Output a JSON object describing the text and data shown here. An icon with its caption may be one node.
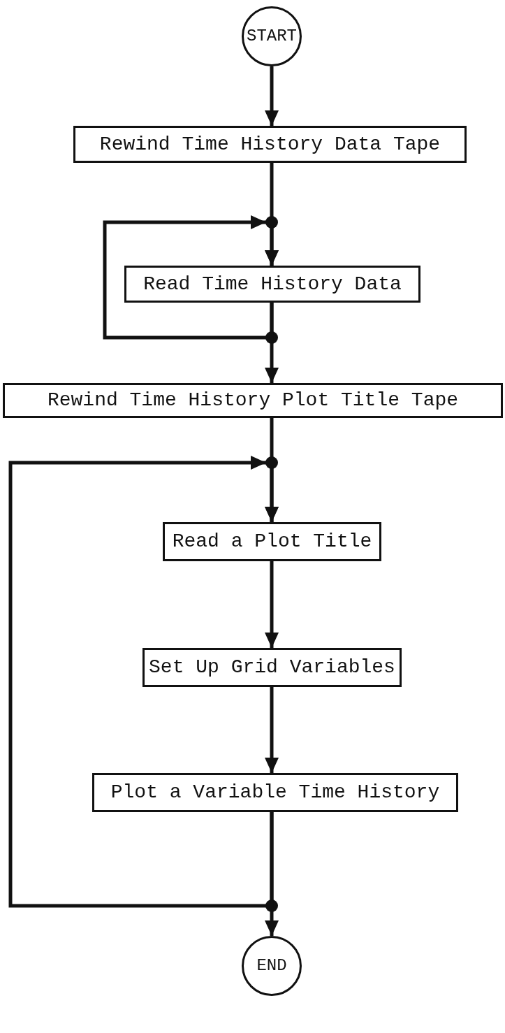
{
  "diagram": {
    "nodes": [
      {
        "text": [
          "START"
        ]
      },
      {
        "text": [
          "Rewind Time History Data Tape"
        ]
      },
      {
        "text": [
          "Read Time History Data"
        ]
      },
      {
        "text": [
          "Rewind Time History Plot Title Tape"
        ]
      },
      {
        "text": [
          "Read a Plot Title"
        ]
      },
      {
        "text": [
          "Set Up Grid Variables"
        ]
      },
      {
        "text": [
          "Plot a Variable Time History"
        ]
      },
      {
        "text": [
          "END"
        ]
      }
    ],
    "edges": [
      {
        "from": 0,
        "to": 1,
        "arrow": "to"
      },
      {
        "from": 1,
        "to": 2,
        "arrow": "to"
      },
      {
        "from": 2,
        "to": 2,
        "arrow": "to"
      },
      {
        "from": 2,
        "to": 3,
        "arrow": "to"
      },
      {
        "from": 3,
        "to": 4,
        "arrow": "to"
      },
      {
        "from": 4,
        "to": 5,
        "arrow": "to"
      },
      {
        "from": 5,
        "to": 6,
        "arrow": "to"
      },
      {
        "from": 6,
        "to": 4,
        "arrow": "to"
      },
      {
        "from": 6,
        "to": 7,
        "arrow": "to"
      }
    ]
  }
}
